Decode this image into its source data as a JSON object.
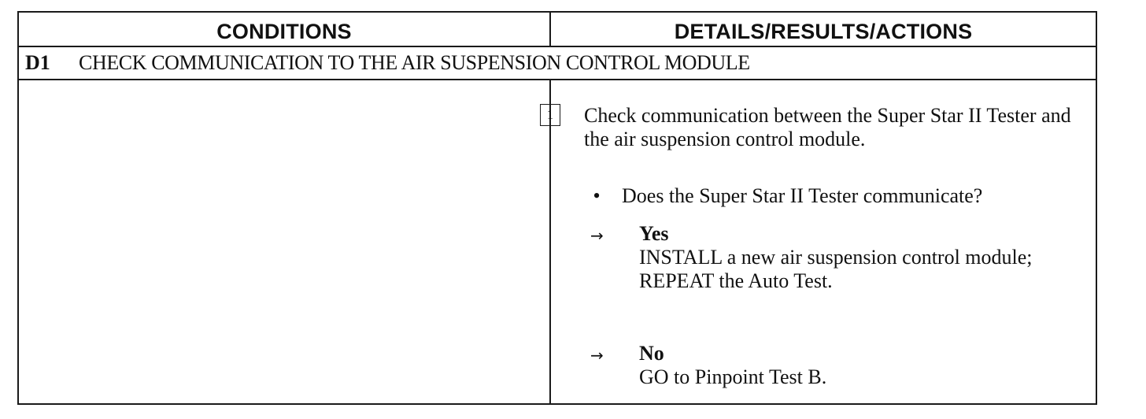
{
  "header": {
    "conditions": "CONDITIONS",
    "details": "DETAILS/RESULTS/ACTIONS"
  },
  "step": {
    "id": "D1",
    "title": "CHECK COMMUNICATION TO THE AIR SUSPENSION CONTROL MODULE"
  },
  "details": {
    "step_number": "1",
    "instruction": "Check communication between the Super Star II Tester and the air suspension control module.",
    "bullet_symbol": "•",
    "question": "Does the Super Star II Tester communicate?",
    "arrow_symbol": "→",
    "yes": {
      "label": "Yes",
      "action": "INSTALL a new air suspension control module; REPEAT the Auto Test."
    },
    "no": {
      "label": "No",
      "action": "GO to Pinpoint Test B."
    }
  }
}
